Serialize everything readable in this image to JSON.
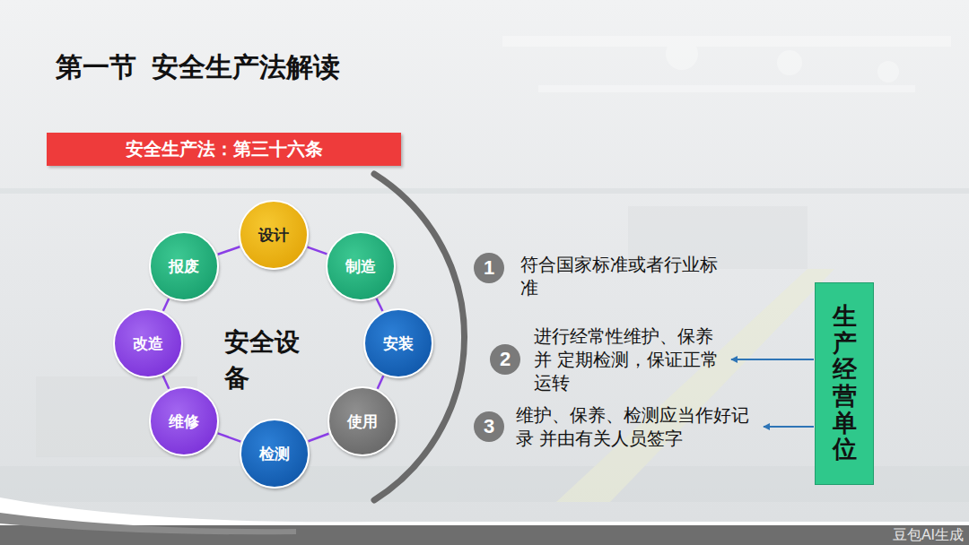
{
  "diagram": {
    "title": "第一节  安全生产法解读",
    "nodes": [
      {
        "text": [
          "安全生产法：第三十六条"
        ]
      },
      {
        "text": [
          "设计"
        ]
      },
      {
        "text": [
          "制造"
        ]
      },
      {
        "text": [
          "安装"
        ]
      },
      {
        "text": [
          "使用"
        ]
      },
      {
        "text": [
          "检测"
        ]
      },
      {
        "text": [
          "维修"
        ]
      },
      {
        "text": [
          "改造"
        ]
      },
      {
        "text": [
          "报废"
        ]
      },
      {
        "text": [
          "1",
          "符合国家标准或者行业标准"
        ]
      },
      {
        "text": [
          "2",
          "进行经常性维护、保养并 定期检测，保证正常运转"
        ]
      },
      {
        "text": [
          "3",
          "维护、保养、检测应当作好记录 并由有关人员签字"
        ]
      },
      {
        "text": [
          "生产经营单位"
        ]
      }
    ],
    "edges": [
      {
        "from": 1,
        "to": 2,
        "arrow": "none"
      },
      {
        "from": 2,
        "to": 3,
        "arrow": "none"
      },
      {
        "from": 3,
        "to": 4,
        "arrow": "none"
      },
      {
        "from": 4,
        "to": 5,
        "arrow": "none"
      },
      {
        "from": 5,
        "to": 6,
        "arrow": "none"
      },
      {
        "from": 6,
        "to": 7,
        "arrow": "none"
      },
      {
        "from": 7,
        "to": 8,
        "arrow": "none"
      },
      {
        "from": 8,
        "to": 1,
        "arrow": "none"
      },
      {
        "from": 12,
        "to": 10,
        "arrow": "to"
      },
      {
        "from": 12,
        "to": 11,
        "arrow": "to"
      }
    ],
    "labels": [
      "安全设备",
      "豆包AI生成"
    ]
  }
}
